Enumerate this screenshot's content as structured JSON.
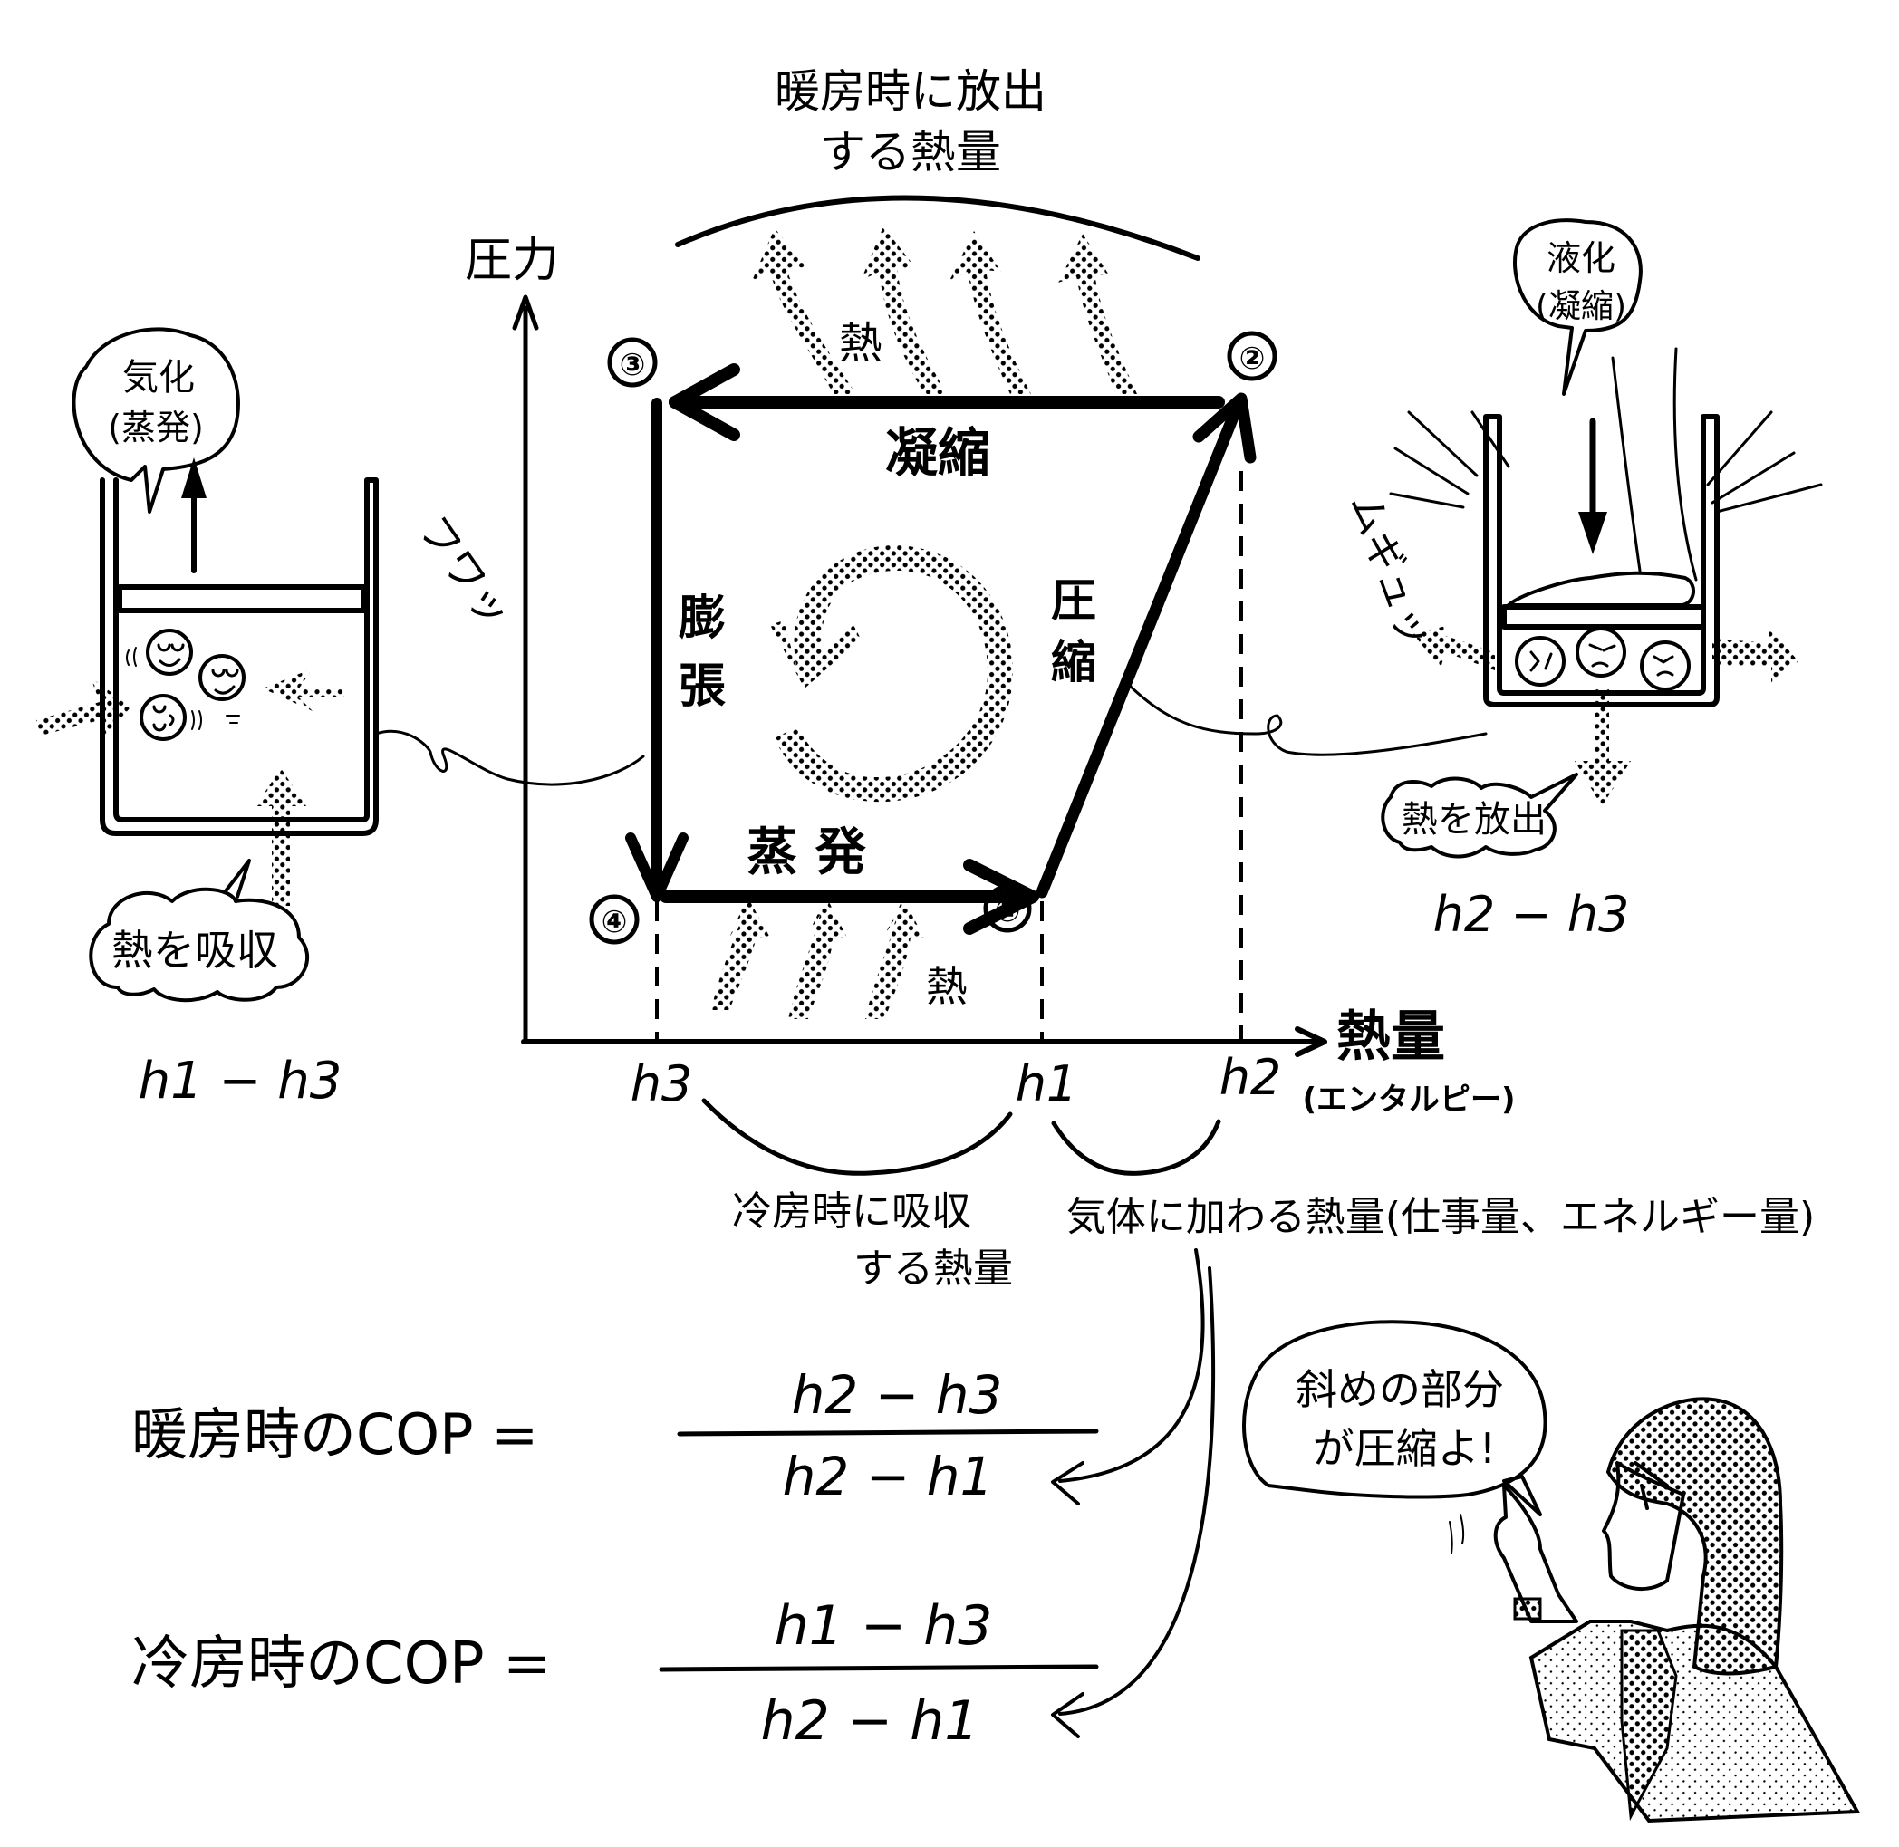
{
  "colors": {
    "ink": "#000000",
    "paper": "#ffffff",
    "screen": "#555555"
  },
  "top_label": {
    "line1": "暖房時に放出",
    "line2": "する熱量"
  },
  "axes": {
    "y_label": "圧力",
    "x_label": "熱量",
    "x_sublabel": "(エンタルピー)",
    "ticks": [
      "h3",
      "h1",
      "h2"
    ]
  },
  "points": [
    "①",
    "②",
    "③",
    "④"
  ],
  "processes": {
    "condensation": "凝縮",
    "compression_1": "圧",
    "compression_2": "縮",
    "expansion_1": "膨",
    "expansion_2": "張",
    "evaporation": "蒸 発"
  },
  "heat_labels": {
    "top": "熱",
    "bottom": "熱"
  },
  "left_cylinder": {
    "bubble_line1": "気化",
    "bubble_line2": "(蒸発)",
    "sfx": "フワッ",
    "cloud": "熱を吸収",
    "formula": "h1 − h3"
  },
  "right_cylinder": {
    "bubble_line1": "液化",
    "bubble_line2": "(凝縮)",
    "sfx": "ムギュッ",
    "cloud": "熱を放出",
    "formula": "h2 − h3"
  },
  "bottom_labels": {
    "cooling_line1": "冷房時に吸収",
    "cooling_line2": "する熱量",
    "work": "気体に加わる熱量(仕事量、エネルギー量)"
  },
  "formulas": {
    "heating": {
      "label": "暖房時のCOP =",
      "numerator": "h2 − h3",
      "denominator": "h2 − h1"
    },
    "cooling": {
      "label": "冷房時のCOP =",
      "numerator": "h1 − h3",
      "denominator": "h2 − h1"
    }
  },
  "teacher": {
    "speech_line1": "斜めの部分",
    "speech_line2": "が圧縮よ!"
  }
}
